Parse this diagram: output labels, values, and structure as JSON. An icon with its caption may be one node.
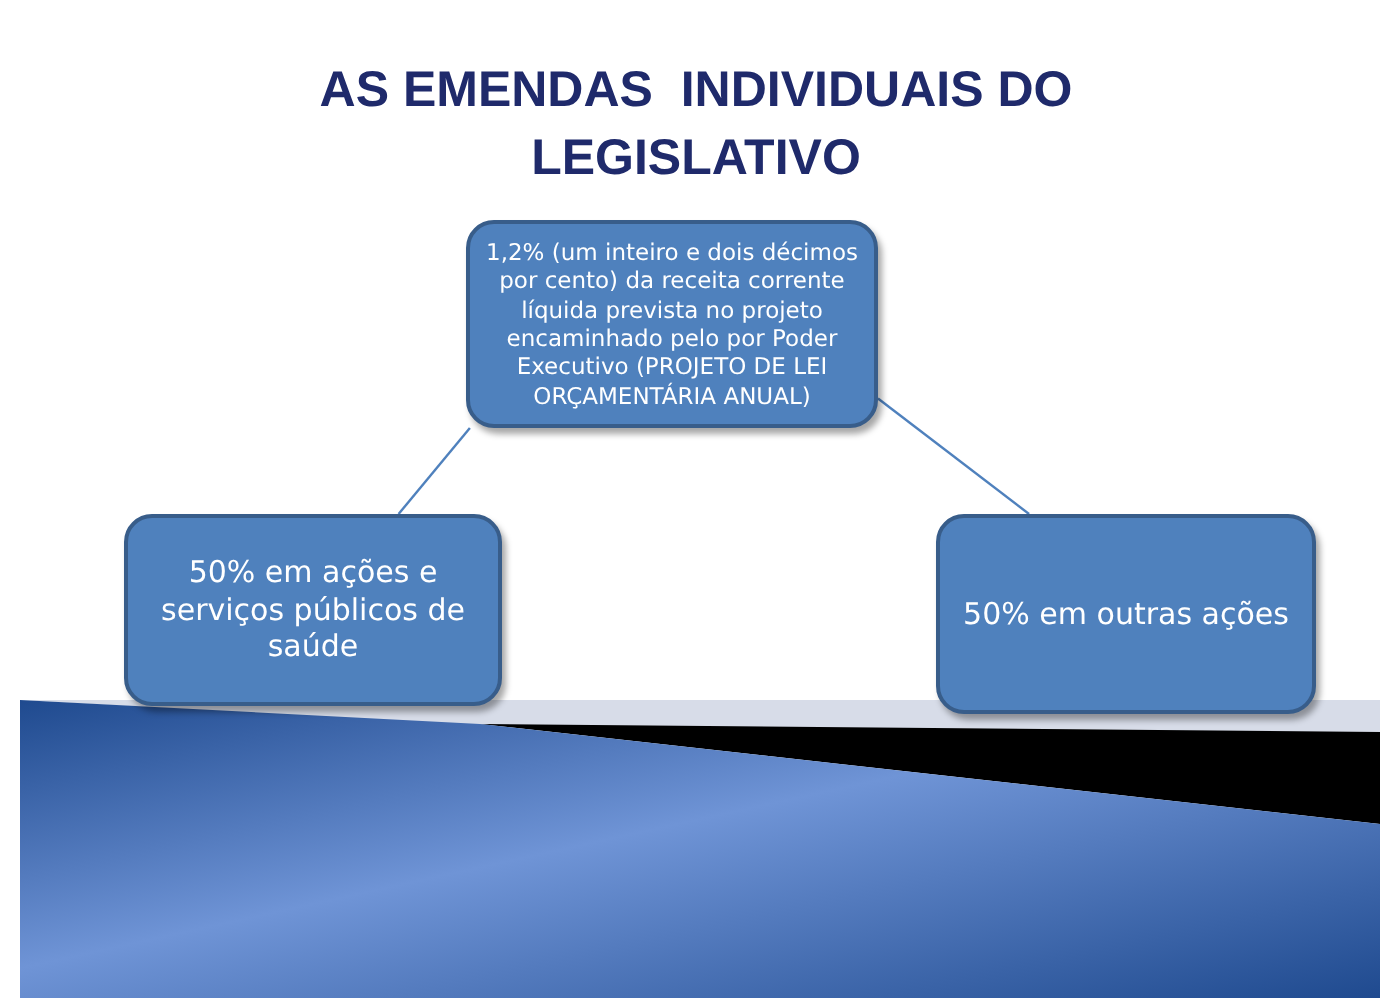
{
  "diagram": {
    "title": "AS EMENDAS  INDIVIDUAIS DO LEGISLATIVO",
    "nodes": [
      {
        "text": [
          "1,2% (um inteiro e dois décimos por cento) da receita corrente líquida prevista no projeto encaminhado pelo por Poder Executivo (PROJETO DE LEI ORÇAMENTÁRIA ANUAL)"
        ]
      },
      {
        "text": [
          "50% em ações e serviços públicos de saúde"
        ]
      },
      {
        "text": [
          "50% em outras ações"
        ]
      }
    ],
    "edges": [
      {
        "from": 0,
        "to": 1,
        "arrow": "none"
      },
      {
        "from": 0,
        "to": 2,
        "arrow": "none"
      }
    ]
  }
}
